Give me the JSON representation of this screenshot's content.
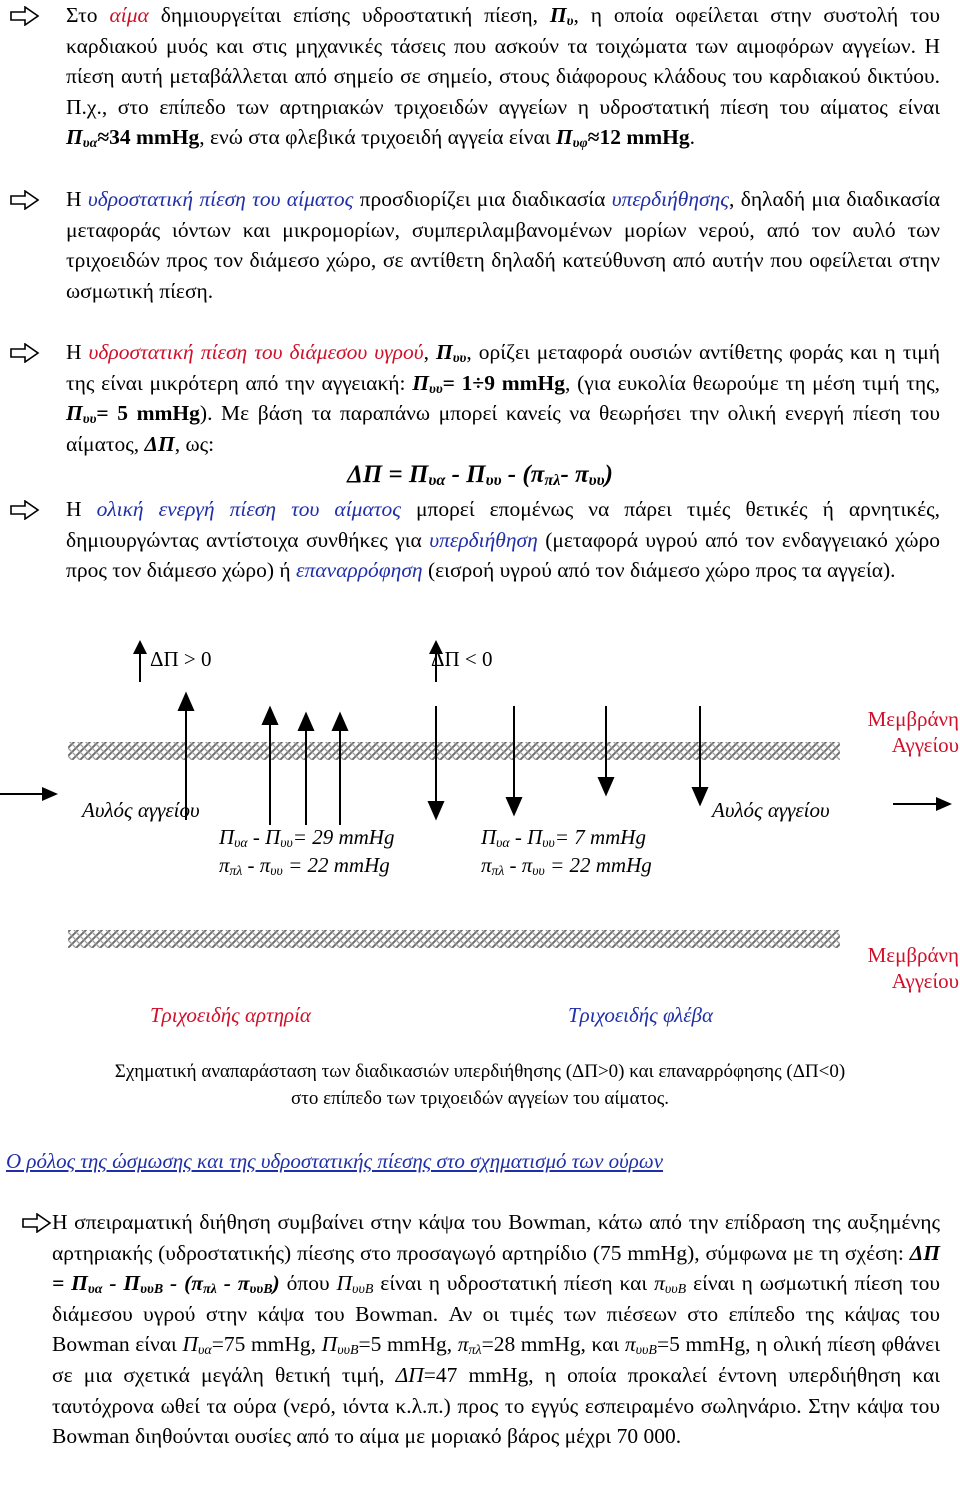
{
  "paragraph1": {
    "t1": "Στο ",
    "t2": "αίμα",
    "t3": " δημιουργείται επίσης υδροστατική πίεση, ",
    "t4": "Π",
    "t5": "υ",
    "t6": ", η οποία οφείλεται στην συστολή του καρδιακού μυός και στις μηχανικές τάσεις που ασκούν τα τοιχώματα των αιμοφόρων αγγείων. Η πίεση αυτή μεταβάλλεται από σημείο σε σημείο, στους διάφορους κλάδους του καρδιακού δικτύου. Π.χ., στο επίπεδο των αρτηριακών τριχοειδών αγγείων η υδροστατική πίεση του αίματος είναι ",
    "t7": "Π",
    "t8": "υα",
    "t9": "≈34 mmHg",
    "t10": ", ενώ στα φλεβικά τριχοειδή αγγεία είναι ",
    "t11": "Π",
    "t12": "υφ",
    "t13": "≈12 mmHg",
    "t14": "."
  },
  "paragraph2": {
    "t1": "Η ",
    "t2": "υδροστατική πίεση του αίματος",
    "t3": " προσδιορίζει μια διαδικασία ",
    "t4": "υπερδιήθησης",
    "t5": ", δηλαδή μια διαδικασία μεταφοράς ιόντων και μικρομορίων, συμπεριλαμβανομένων μορίων νερού, από τον αυλό των τριχοειδών προς τον διάμεσο χώρο, σε αντίθετη δηλαδή κατεύθυνση από αυτήν που οφείλεται στην ωσμωτική πίεση."
  },
  "paragraph3": {
    "t1": "Η ",
    "t2": "υδροστατική πίεση του διάμεσου υγρού",
    "t3": ", ",
    "t4": "Π",
    "t5": "υυ",
    "t6": ", ορίζει μεταφορά ουσιών αντίθετης φοράς και η τιμή της είναι μικρότερη από την αγγειακή: ",
    "t7": "Π",
    "t8": "υυ",
    "t9": "= 1÷9 mmHg",
    "t10": ", (για ευκολία θεωρούμε τη μέση τιμή της, ",
    "t11": "Π",
    "t12": "υυ",
    "t13": "= 5 mmHg",
    "t14": "). Με βάση τα παραπάνω μπορεί κανείς να θεωρήσει την ολική ενεργή πίεση του αίματος, ",
    "t15": "ΔΠ",
    "t16": ", ως:"
  },
  "formula": {
    "f1": "ΔΠ = Π",
    "f2": "υα",
    "f3": " - Π",
    "f4": "υυ",
    "f5": " - (π",
    "f6": "πλ",
    "f7": "- π",
    "f8": "υυ",
    "f9": ")"
  },
  "paragraph4": {
    "t1": "Η ",
    "t2": "ολική ενεργή πίεση του αίματος",
    "t3": " μπορεί επομένως να πάρει τιμές θετικές ή αρνητικές, δημιουργώντας αντίστοιχα συνθήκες για ",
    "t4": "υπερδιήθηση",
    "t5": " (μεταφορά υγρού από τον ενδαγγειακό χώρο προς τον διάμεσο χώρο) ή ",
    "t6": "επαναρρόφηση",
    "t7": " (εισροή υγρού από τον διάμεσο χώρο προς τα αγγεία)."
  },
  "diagram": {
    "dp_positive": "ΔΠ > 0",
    "dp_negative": "ΔΠ < 0",
    "membrane_top": [
      "Μεμβράνη",
      "Αγγείου"
    ],
    "membrane_bottom": [
      "Μεμβράνη",
      "Αγγείου"
    ],
    "lumen_left": "Αυλός αγγείου",
    "lumen_right": "Αυλός αγγείου",
    "left_eq1": {
      "a": "Π",
      "b": "υα",
      "c": " - Π",
      "d": "υυ",
      "e": "= 29 mmHg"
    },
    "left_eq2": {
      "a": "π",
      "b": "πλ",
      "c": " - π",
      "d": "υυ",
      "e": " = 22 mmHg"
    },
    "right_eq1": {
      "a": "Π",
      "b": "υα",
      "c": " - Π",
      "d": "υυ",
      "e": "= 7 mmHg"
    },
    "right_eq2": {
      "a": "π",
      "b": "πλ",
      "c": " - π",
      "d": "υυ",
      "e": " = 22 mmHg"
    },
    "capillary_artery": "Τριχοειδής αρτηρία",
    "capillary_vein": "Τριχοειδής φλέβα",
    "colors": {
      "red": "#d0102a",
      "blue": "#1f2fa8"
    }
  },
  "caption": {
    "line1": "Σχηματική αναπαράσταση των διαδικασιών υπερδιήθησης (ΔΠ>0) και επαναρρόφησης (ΔΠ<0)",
    "line2": "στο επίπεδο των τριχοειδών αγγείων του αίματος."
  },
  "section_title": "Ο ρόλος της ώσμωσης και της υδροστατικής πίεσης στο σχηματισμό των ούρων",
  "paragraph5": {
    "t1": "Η σπειραματική διήθηση συμβαίνει στην κάψα του Bowman, κάτω από την επίδραση της αυξημένης αρτηριακής (υδροστατικής) πίεσης στο προσαγωγό αρτηρίδιο (75 mmHg), σύμφωνα με τη σχέση: ",
    "f1": "ΔΠ = Π",
    "f2": "υα",
    "f3": " - Π",
    "f4": "υυΒ",
    "f5": " - (π",
    "f6": "πλ",
    "f7": " - π",
    "f8": "υυΒ",
    "f9": ")",
    "t2": " όπου ",
    "t3": "Π",
    "t4": "υυΒ",
    "t5": " είναι η υδροστατική πίεση και ",
    "t6": "π",
    "t7": "υυΒ",
    "t8": " είναι η ωσμωτική πίεση του διάμεσου υγρού στην κάψα του Bowman. Αν οι τιμές των πιέσεων στο επίπεδο της κάψας του Bowman είναι ",
    "t9": "Π",
    "t10": "υα",
    "t11": "=75 mmHg, ",
    "t12": "Π",
    "t13": "υυΒ",
    "t14": "=5 mmHg, ",
    "t15": "π",
    "t16": "πλ",
    "t17": "=28 mmHg, και ",
    "t18": "π",
    "t19": "υυΒ",
    "t20": "=5 mmHg, η ολική πίεση φθάνει σε μια σχετικά μεγάλη θετική τιμή, ",
    "t21": "ΔΠ",
    "t22": "=47 mmHg, η οποία προκαλεί έντονη υπερδιήθηση και ταυτόχρονα ωθεί τα ούρα (νερό, ιόντα κ.λ.π.) προς το εγγύς εσπειραμένο σωληνάριο. Στην κάψα του Bowman διηθούνται ουσίες από το αίμα με μοριακό βάρος μέχρι 70 000."
  }
}
